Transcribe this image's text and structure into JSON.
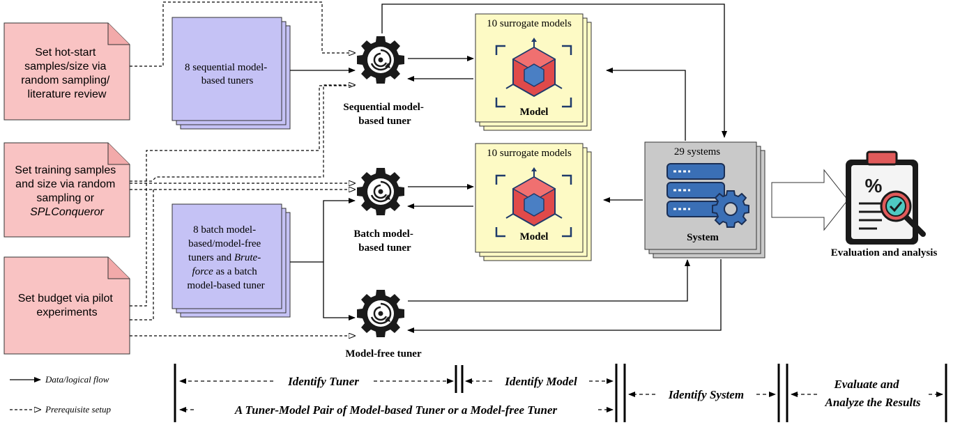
{
  "setup_notes": {
    "hot_start": [
      "Set hot-start",
      "samples/size via",
      "random sampling/",
      "literature review"
    ],
    "training": [
      "Set training samples",
      "and size via random",
      "sampling or"
    ],
    "training_tool": "SPLConqueror",
    "budget": [
      "Set budget via pilot",
      "experiments"
    ]
  },
  "tuner_stacks": {
    "sequential": [
      "8 sequential model-",
      "based tuners"
    ],
    "batch_line1": "8 batch model-",
    "batch_line2": "based/model-free",
    "batch_line3_a": "tuners and ",
    "batch_line3_b": "Brute-",
    "batch_line4_a": "force",
    "batch_line4_b": " as a batch",
    "batch_line5": "model-based tuner"
  },
  "tuners": {
    "sequential": [
      "Sequential model-",
      "based tuner"
    ],
    "batch": [
      "Batch model-",
      "based tuner"
    ],
    "model_free": "Model-free tuner"
  },
  "models": {
    "top_title": "10 surrogate models",
    "bottom_title": "10 surrogate models",
    "label": "Model"
  },
  "systems": {
    "title": "29 systems",
    "label": "System"
  },
  "evaluation": {
    "label": "Evaluation and analysis",
    "percent_symbol": "%"
  },
  "legend": {
    "data_flow": "Data/logical flow",
    "prereq": "Prerequisite setup"
  },
  "phases": {
    "identify_tuner": "Identify Tuner",
    "identify_model": "Identify Model",
    "identify_system": "Identify System",
    "evaluate_line1": "Evaluate and",
    "evaluate_line2": "Analyze the Results",
    "pair": "A Tuner-Model Pair of Model-based Tuner or a Model-free Tuner"
  },
  "colors": {
    "note_fill": "#f9c3c3",
    "tuner_stack_fill": "#c5c2f5",
    "model_fill": "#fdfac5",
    "system_fill": "#c9c9c9",
    "cube_red": "#e04a4a",
    "cube_blue": "#4a7fc4",
    "server_blue": "#3a6fb6"
  }
}
